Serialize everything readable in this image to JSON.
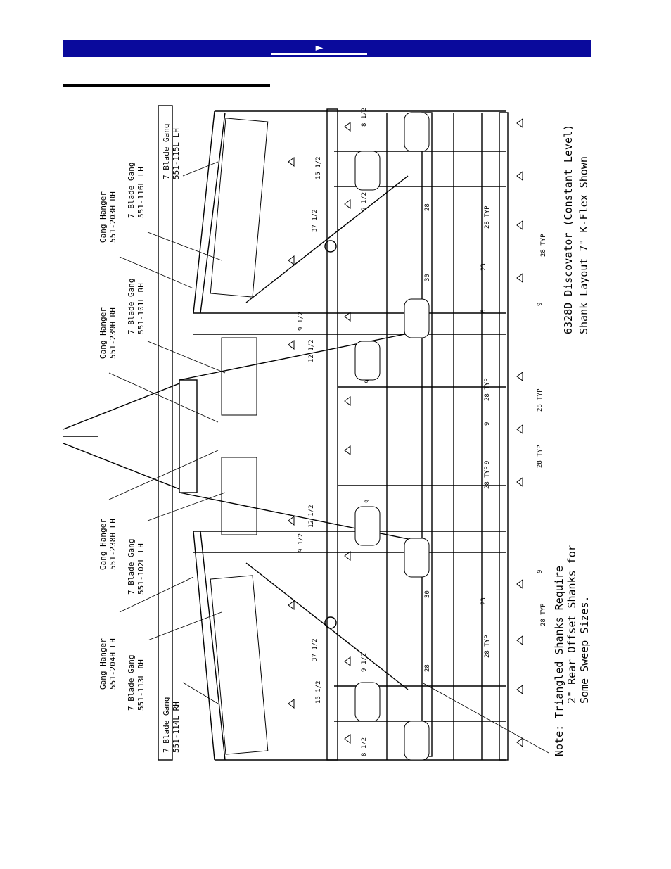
{
  "header": {
    "nav_arrow": "►",
    "bar_color": "#0a0a9c"
  },
  "drawing": {
    "title_line1": "6328D Discovator (Constant Level)",
    "title_line2": "Shank Layout 7\"     K-Flex Shown",
    "note": "Note:  Triangled Shanks Require",
    "note_line2": "2\" Rear Offset Shanks for",
    "note_line3": "Some Sweep Sizes.",
    "callouts": [
      {
        "id": "c1",
        "line1": "7 Blade Gang",
        "line2": "551-115L LH"
      },
      {
        "id": "c2",
        "line1": "7 Blade Gang",
        "line2": "551-116L LH"
      },
      {
        "id": "c3",
        "line1": "Gang Hanger",
        "line2": "551-203H RH"
      },
      {
        "id": "c4",
        "line1": "7 Blade Gang",
        "line2": "551-101L RH"
      },
      {
        "id": "c5",
        "line1": "Gang Hanger",
        "line2": "551-239H RH"
      },
      {
        "id": "c6",
        "line1": "Gang Hanger",
        "line2": "551-238H LH"
      },
      {
        "id": "c7",
        "line1": "7 Blade Gang",
        "line2": "551-102L LH"
      },
      {
        "id": "c8",
        "line1": "Gang Hanger",
        "line2": "551-204H LH"
      },
      {
        "id": "c9",
        "line1": "7 Blade Gang",
        "line2": "551-113L RH"
      },
      {
        "id": "c10",
        "line1": "7 Blade Gang",
        "line2": "551-114L RH"
      }
    ],
    "dimensions": [
      "8 1/2",
      "15 1/2",
      "9 1/2",
      "37 1/2",
      "28",
      "30",
      "23",
      "28 TYP",
      "28 TYP",
      "9",
      "6",
      "9 1/2",
      "12 1/2",
      "9",
      "28 TYP",
      "28 TYP",
      "9",
      "28 TYP",
      "9",
      "28 TYP",
      "12 1/2",
      "9",
      "9 1/2",
      "9",
      "30",
      "23",
      "28 TYP",
      "28 TYP",
      "37 1/2",
      "9 1/2",
      "28",
      "15 1/2",
      "8 1/2"
    ]
  }
}
